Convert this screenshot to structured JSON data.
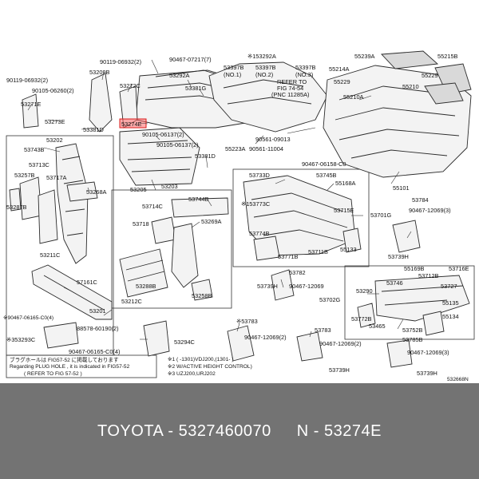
{
  "colors": {
    "footer_bg": "#737373",
    "footer_text": "#ffffff",
    "highlight": "#ff6a6a"
  },
  "diagram": {
    "highlight_label": "53274E",
    "labels": {
      "l90119a": "90119-06932(2)",
      "l53209b": "53209B",
      "l90467a": "90467-07217(7)",
      "l153292a": "※153292A",
      "l53397b1": "53397B",
      "l53397b1n": "(NO.1)",
      "l53397b2": "53397B",
      "l53397b2n": "(NO.2)",
      "l53397b3": "53397B",
      "l53397b3n": "(NO.3)",
      "l55239a": "55239A",
      "l55215b": "55215B",
      "l90119b": "90119-06932(2)",
      "l90105a": "90105-06260(2)",
      "l53272c": "53272C",
      "l53292a": "53292A",
      "l53381g": "53381G",
      "lrefer1": "REFER TO",
      "lrefer2": "FIG 74-54",
      "lrefer3": "(PNC 11285A)",
      "l55214a": "55214A",
      "l55229a": "55229",
      "l55229b": "55229",
      "l55210": "55210",
      "l53271e": "53271E",
      "l53273e": "53273E",
      "l53381d": "53381D",
      "l90105b": "90105-06137(2)",
      "l90105c": "90105-06137(2)",
      "l90561a": "90561-09013",
      "l90561b": "90561-11004",
      "l55223a": "55223A",
      "l55210a": "55210A",
      "l53202": "53202",
      "l53743b": "53743B",
      "l53381d2": "53381D",
      "l90467b": "90467-06158-C0",
      "l55101": "55101",
      "l53713c": "53713C",
      "l53257b": "53257B",
      "l53717a": "53717A",
      "l53205": "53205",
      "l53203": "53203",
      "l53733d": "53733D",
      "l53745b": "53745B",
      "l55168a": "55168A",
      "l53268a": "53268A",
      "l53744b": "53744B",
      "l153773c": "※153773C",
      "l53715e": "53715E",
      "l53784": "53784",
      "l53287b": "53287B",
      "l53714c": "53714C",
      "l53701g": "53701G",
      "l90467c": "90467-12069(3)",
      "l53718": "53718",
      "l53269a": "53269A",
      "l53774b": "53774B",
      "l55133": "55133",
      "l53211c": "53211C",
      "l53771b": "53771B",
      "l53711b": "53711B",
      "l53739h1": "53739H",
      "l55169b": "55169B",
      "l53712b": "53712B",
      "l53782": "53782",
      "l53716e": "53716E",
      "l57161c": "57161C",
      "l53288b": "53288B",
      "l53739h2": "53739H",
      "l90467d": "90467-12069",
      "l53746": "53746",
      "l53727": "53727",
      "l53290": "53290",
      "l53258b": "53258B",
      "l53212c": "53212C",
      "l53702g": "53702G",
      "l55135": "55135",
      "l53201": "53201",
      "l53772b": "53772B",
      "l55134": "55134",
      "l90467e": "※90467-06165-C0(4)",
      "l53465": "53465",
      "l53752b": "53752B",
      "l88578": "88578-60190(2)",
      "l53783a": "※53783",
      "l53783b": "53783",
      "l53785b": "53785B",
      "l353293c": "※353293C",
      "l90467f": "90467-12069(2)",
      "l90467g": "90467-12069(2)",
      "l90467h": "90467-12069(3)",
      "l53294c": "53294C",
      "l90467i": "90467-06165-C0(4)",
      "l53739h3": "53739H",
      "l53739h4": "53739H",
      "lnote1": "ブラグホールは FIG57-52 に掲載しております",
      "lnote2": "Regarding PLUG HOLE , it is indicated in FIG57-52",
      "lnote3": "( REFER TO FIG 57-52 )",
      "lnote4": "※1 (   -1301)VDJ200,(1301-   )",
      "lnote5": "※2 W/ACTIVE HEIGHT CONTROL)",
      "lnote6": "※3 UZJ200,URJ202",
      "lcode": "532668N"
    }
  },
  "footer": {
    "brand": "TOYOTA - 5327460070",
    "part": "N - 53274E"
  }
}
